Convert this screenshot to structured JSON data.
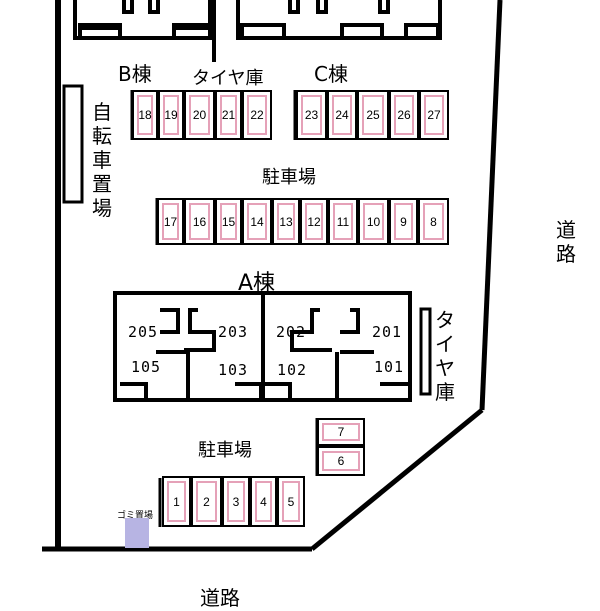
{
  "labels": {
    "building_b": "B棟",
    "building_c": "C棟",
    "building_a": "A棟",
    "tire_storage_top": "タイヤ庫",
    "tire_storage_right": "タイヤ庫",
    "bicycle_parking": "自転車置場",
    "parking_upper": "駐車場",
    "parking_lower": "駐車場",
    "road_right": "道路",
    "road_bottom": "道路",
    "garbage": "ゴミ置場"
  },
  "units": {
    "u205": "205",
    "u203": "203",
    "u202": "202",
    "u201": "201",
    "u105": "105",
    "u103": "103",
    "u102": "102",
    "u101": "101"
  },
  "parking": {
    "b_row": [
      "18",
      "19",
      "20",
      "21",
      "22"
    ],
    "c_row": [
      "23",
      "24",
      "25",
      "26",
      "27"
    ],
    "middle_row": [
      "17",
      "16",
      "15",
      "14",
      "13",
      "12",
      "11",
      "10",
      "9",
      "8"
    ],
    "side": [
      "7",
      "6"
    ],
    "bottom_row": [
      "1",
      "2",
      "3",
      "4",
      "5"
    ]
  },
  "colors": {
    "stall_outline": "#e5a1b8",
    "garbage_area": "#b7b4e3",
    "line": "#000000"
  }
}
